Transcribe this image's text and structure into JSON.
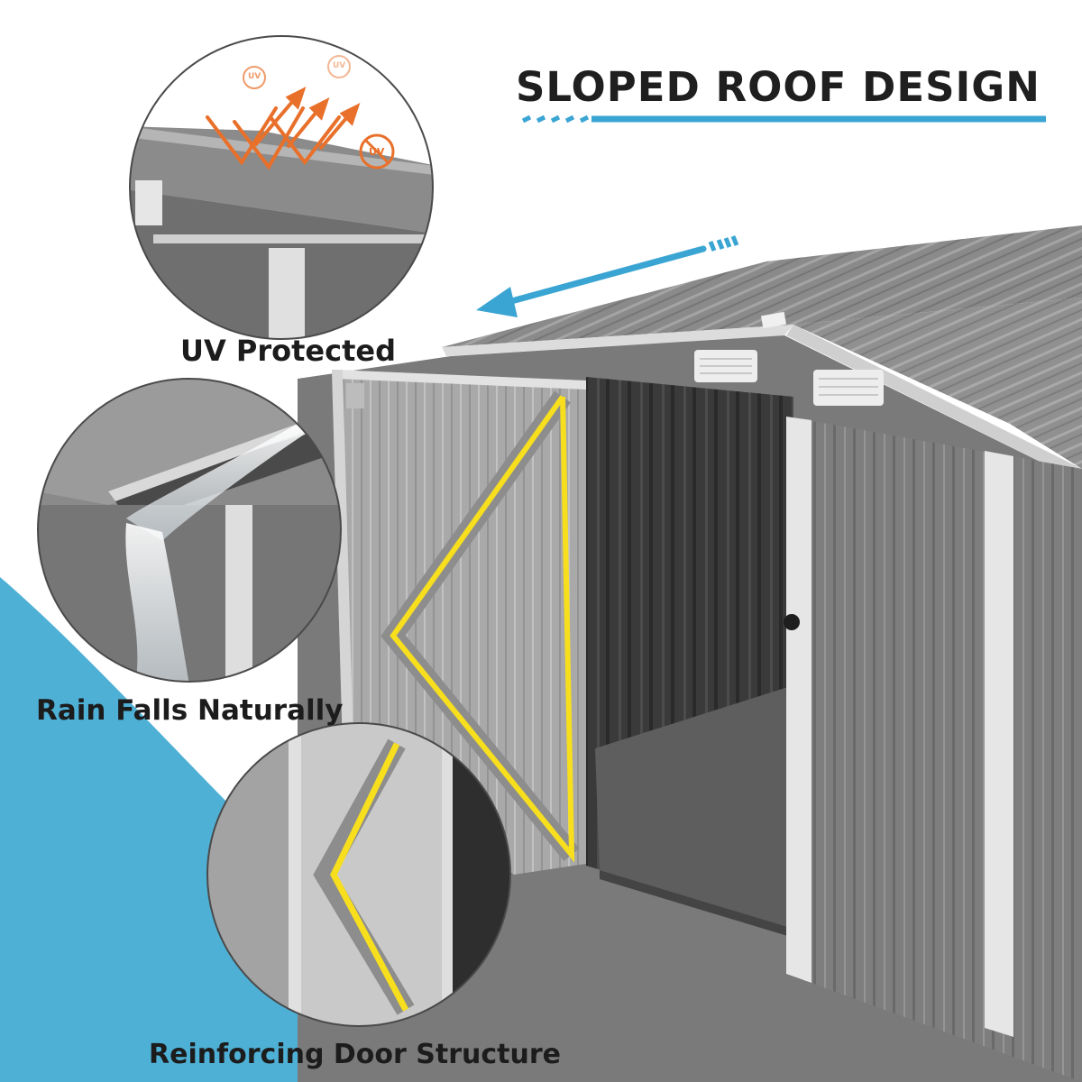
{
  "headline": "SLOPED ROOF DESIGN",
  "features": [
    {
      "label": "UV Protected",
      "icon": "uv-reflection-icon"
    },
    {
      "label": "Rain Falls Naturally",
      "icon": "gutter-water-icon"
    },
    {
      "label": "Reinforcing Door Structure",
      "icon": "door-brace-icon"
    }
  ],
  "uv_badges": [
    "UV",
    "UV",
    "UV"
  ],
  "colors": {
    "accent_blue": "#3aa5d3",
    "background_blue": "#4fb0d6",
    "brace_yellow": "#f7df1e",
    "shed_gray": "#7b7b7b",
    "trim_white": "#e9e9e9",
    "uv_orange": "#e8702a",
    "text_dark": "#1f1f1f"
  }
}
